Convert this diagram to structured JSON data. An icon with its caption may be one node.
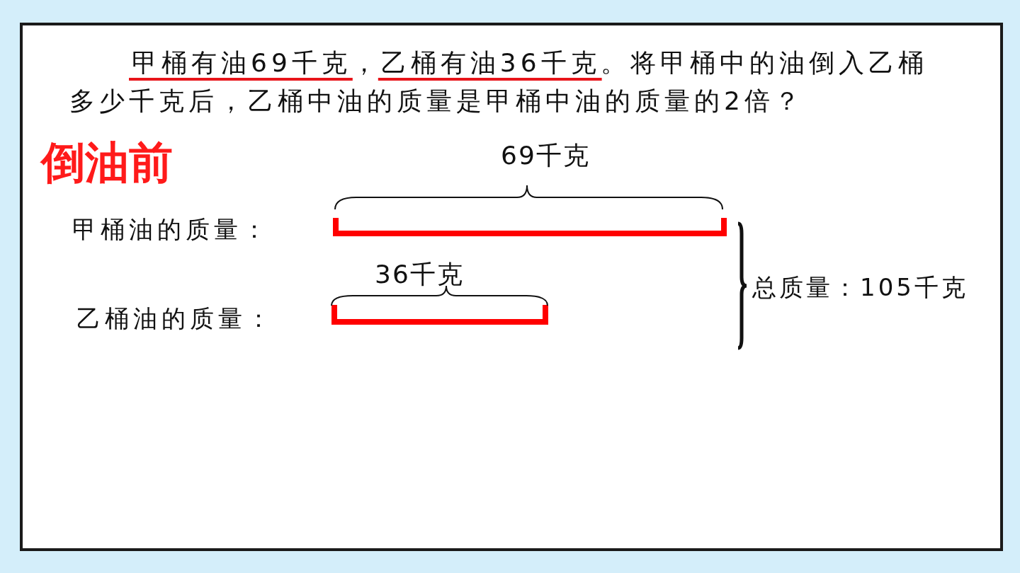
{
  "diagram": {
    "labels": [
      "甲桶有油69千克，乙桶有油36千克。将甲桶中的油倒入乙桶多少千克后，乙桶中油的质量是甲桶中油的质量的2倍？",
      "倒油前",
      "69千克",
      "甲桶油的质量：",
      "36千克",
      "总质量：105千克",
      "乙桶油的质量："
    ]
  }
}
